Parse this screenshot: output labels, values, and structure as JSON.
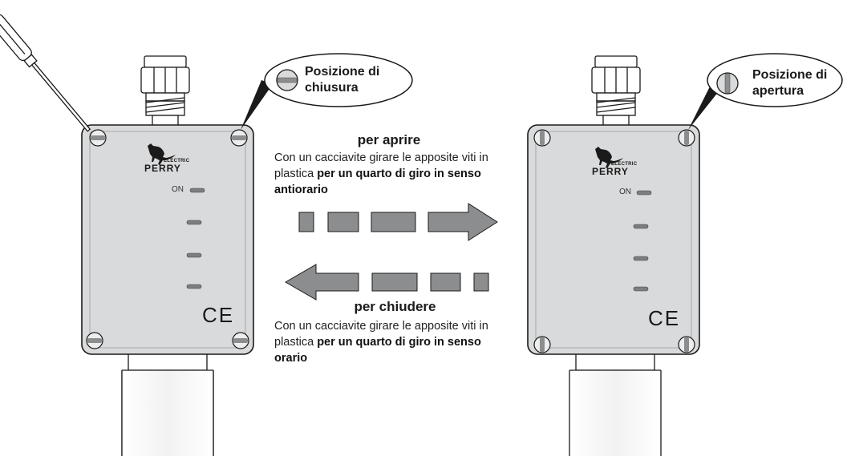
{
  "left_device": {
    "callout_title": "Posizione di chiusura",
    "led_label": "ON",
    "brand": "PERRY",
    "brand_sub": "ELECTRIC",
    "mark": "CE"
  },
  "right_device": {
    "callout_title": "Posizione di apertura",
    "led_label": "ON",
    "brand": "PERRY",
    "brand_sub": "ELECTRIC",
    "mark": "CE"
  },
  "open_section": {
    "heading": "per aprire",
    "text_intro": "Con un cacciavite girare le apposite viti in plastica",
    "text_bold": "per un quarto di giro in senso antiorario"
  },
  "close_section": {
    "heading": "per chiudere",
    "text_intro": "Con un cacciavite girare le apposite viti in plastica",
    "text_bold": "per un quarto di giro in senso orario"
  },
  "colors": {
    "box_fill": "#d9dadb",
    "arrow_fill": "#8c8d8f",
    "outline": "#1a1a1a"
  }
}
